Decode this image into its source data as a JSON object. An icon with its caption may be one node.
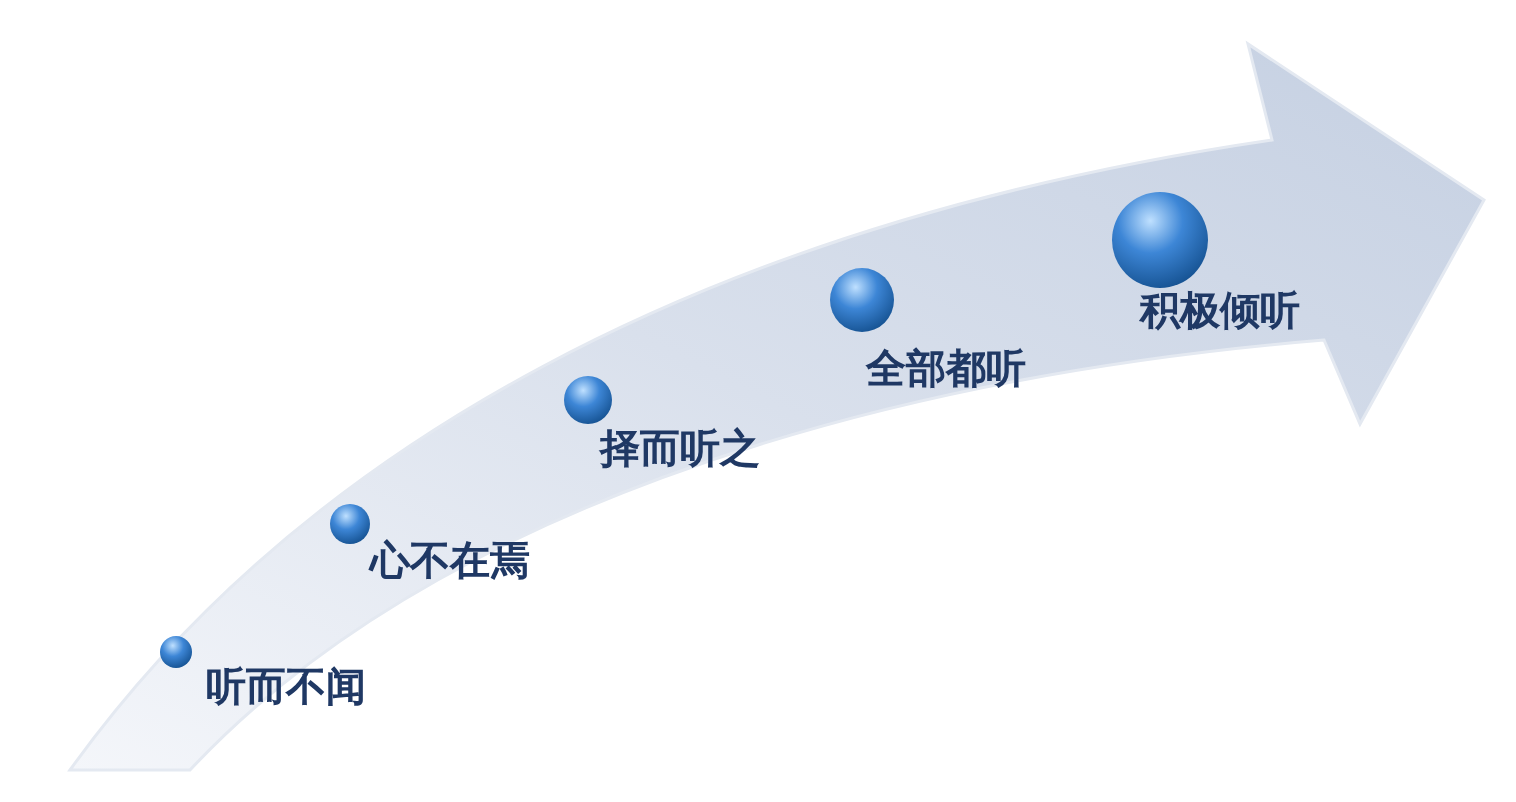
{
  "diagram": {
    "nodes": [
      {
        "text": [
          "听而不闻"
        ]
      },
      {
        "text": [
          "心不在焉"
        ]
      },
      {
        "text": [
          "择而听之"
        ]
      },
      {
        "text": [
          "全部都听"
        ]
      },
      {
        "text": [
          "积极倾听"
        ]
      }
    ]
  }
}
